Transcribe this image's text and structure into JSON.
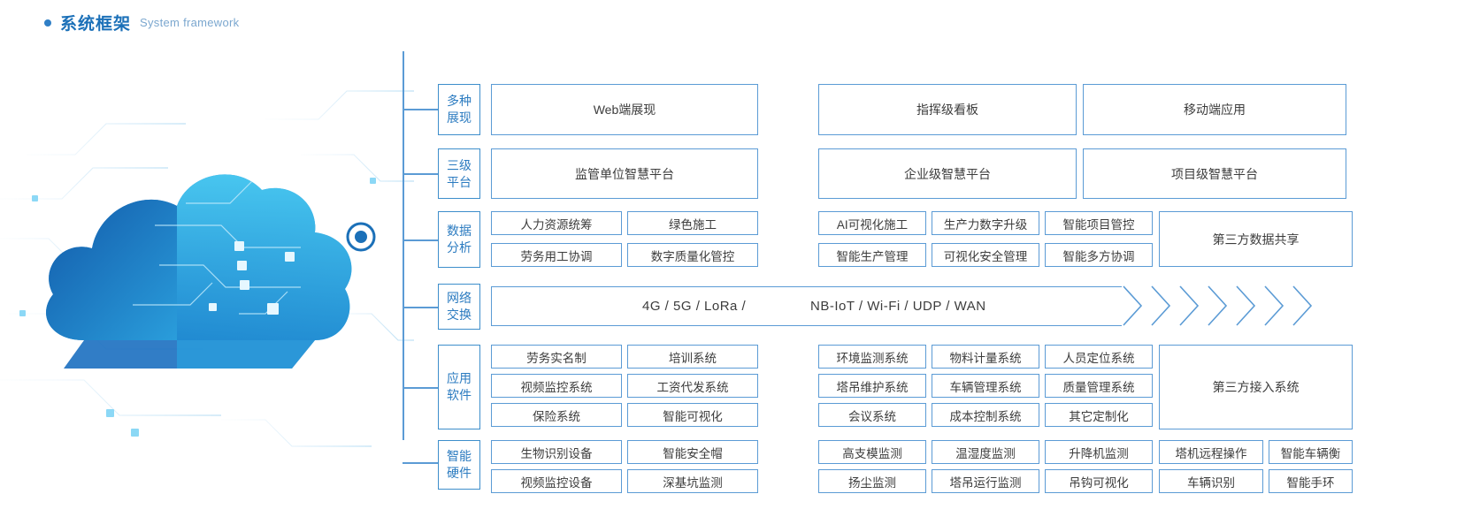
{
  "heading": {
    "bullet_icon": "dot-icon",
    "title_cn": "系统框架",
    "title_en": "System framework"
  },
  "theme": {
    "accent": "#1b70b8",
    "border": "#5b9bd5",
    "cat_text": "#2b7bc0",
    "body_text": "#3c3c3c",
    "cloud_dark": "#1565b5",
    "cloud_light": "#36b7e8"
  },
  "artwork": {
    "name": "cloud-network-illustration",
    "node_icon": "connection-node-icon"
  },
  "rows": [
    {
      "category": [
        "多种",
        "展现"
      ],
      "layout": "big3",
      "left_items": [
        "Web端展现"
      ],
      "right_items": [
        "指挥级看板",
        "移动端应用"
      ]
    },
    {
      "category": [
        "三级",
        "平台"
      ],
      "layout": "big3",
      "left_items": [
        "监管单位智慧平台"
      ],
      "right_items": [
        "企业级智慧平台",
        "项目级智慧平台"
      ]
    },
    {
      "category": [
        "数据",
        "分析"
      ],
      "layout": "grid2x2_3x2_panel",
      "left_grid": [
        [
          "人力资源统筹",
          "绿色施工"
        ],
        [
          "劳务用工协调",
          "数字质量化管控"
        ]
      ],
      "right_grid": [
        [
          "AI可视化施工",
          "生产力数字升级",
          "智能项目管控"
        ],
        [
          "智能生产管理",
          "可视化安全管理",
          "智能多方协调"
        ]
      ],
      "panel": "第三方数据共享"
    },
    {
      "category": [
        "网络",
        "交换"
      ],
      "layout": "network",
      "text_left": "4G / 5G / LoRa /",
      "text_right": "NB-IoT / Wi-Fi / UDP / WAN",
      "chevron_icon": "chevron-right-icon",
      "chevron_count": 7
    },
    {
      "category": [
        "应用",
        "软件"
      ],
      "layout": "grid3x2_3x3_panel",
      "left_grid": [
        [
          "劳务实名制",
          "培训系统"
        ],
        [
          "视频监控系统",
          "工资代发系统"
        ],
        [
          "保险系统",
          "智能可视化"
        ]
      ],
      "right_grid": [
        [
          "环境监测系统",
          "物料计量系统",
          "人员定位系统"
        ],
        [
          "塔吊维护系统",
          "车辆管理系统",
          "质量管理系统"
        ],
        [
          "会议系统",
          "成本控制系统",
          "其它定制化"
        ]
      ],
      "panel": "第三方接入系统"
    },
    {
      "category": [
        "智能",
        "硬件"
      ],
      "layout": "hardware",
      "left_grid": [
        [
          "生物识别设备",
          "智能安全帽"
        ],
        [
          "视频监控设备",
          "深基坑监测"
        ]
      ],
      "mid_grid": [
        [
          "高支模监测",
          "温湿度监测",
          "升降机监测"
        ],
        [
          "扬尘监测",
          "塔吊运行监测",
          "吊钩可视化"
        ]
      ],
      "right_grid": [
        [
          "塔机远程操作",
          "智能车辆衡"
        ],
        [
          "车辆识别",
          "智能手环"
        ]
      ]
    }
  ]
}
